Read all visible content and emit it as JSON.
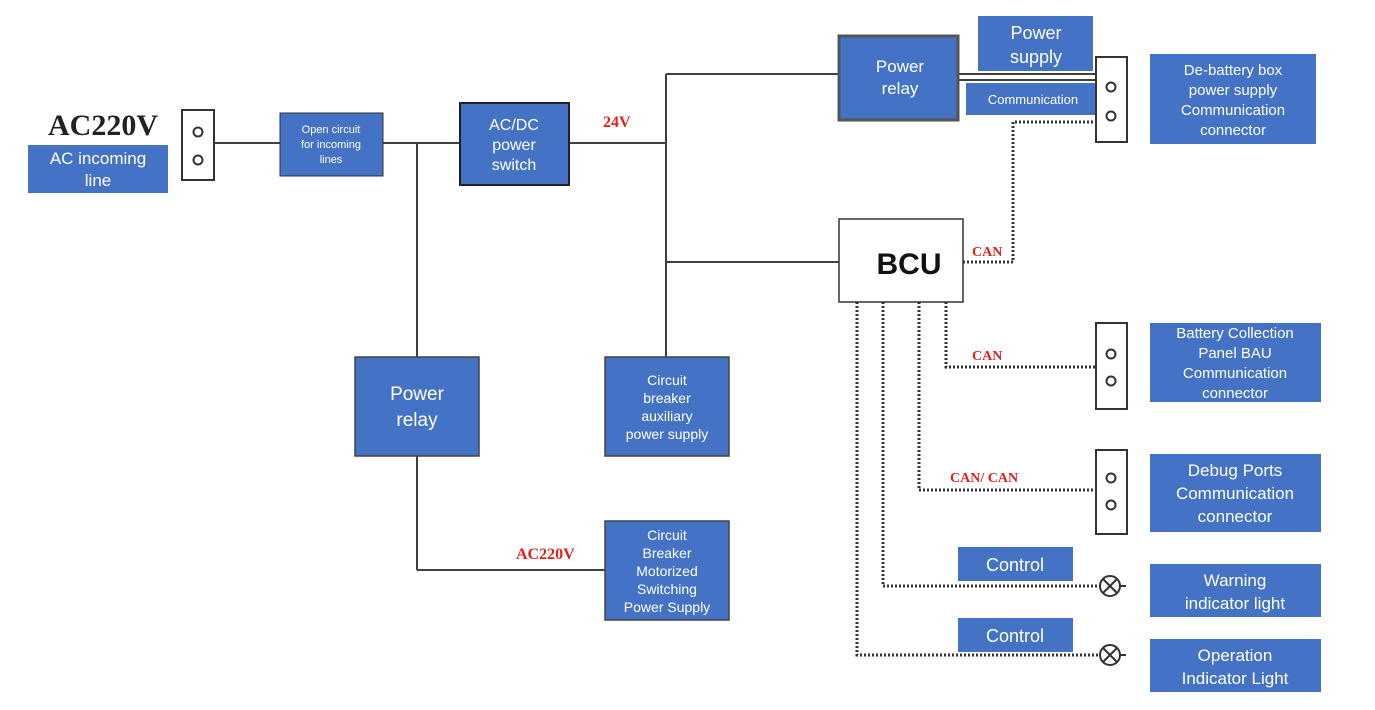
{
  "colors": {
    "box_blue": "#4472c4",
    "line": "#404040",
    "bus_dots": "#333333",
    "red_label": "#e0201c"
  },
  "ac_source": {
    "voltage": "AC220V",
    "label_line1": "AC incoming",
    "label_line2": "line"
  },
  "open_circuit": {
    "line1": "Open circuit",
    "line2": "for incoming",
    "line3": "lines"
  },
  "acdc": {
    "line1": "AC/DC",
    "line2": "power",
    "line3": "switch"
  },
  "v24": "24V",
  "power_relay_top": {
    "line1": "Power",
    "line2": "relay"
  },
  "power_supply_label": {
    "line1": "Power",
    "line2": "supply"
  },
  "communication_label": "Communication",
  "debattery": {
    "line1": "De-battery box",
    "line2": "power supply",
    "line3": "Communication",
    "line4": "connector"
  },
  "bcu": "BCU",
  "can1_label": "CAN",
  "can2_label": "CAN",
  "can3_label": "CAN/ CAN",
  "bau": {
    "line1": "Battery Collection",
    "line2": "Panel BAU",
    "line3": "Communication",
    "line4": "connector"
  },
  "debug": {
    "line1": "Debug Ports",
    "line2": "Communication",
    "line3": "connector"
  },
  "control1": "Control",
  "control2": "Control",
  "warning": {
    "line1": "Warning",
    "line2": "indicator light"
  },
  "operation": {
    "line1": "Operation",
    "line2": "Indicator Light"
  },
  "power_relay_left": {
    "line1": "Power",
    "line2": "relay"
  },
  "cb_aux": {
    "line1": "Circuit",
    "line2": "breaker",
    "line3": "auxiliary",
    "line4": "power supply"
  },
  "ac220_bottom": "AC220V",
  "cb_motor": {
    "line1": "Circuit",
    "line2": "Breaker",
    "line3": "Motorized",
    "line4": "Switching",
    "line5": "Power Supply"
  }
}
